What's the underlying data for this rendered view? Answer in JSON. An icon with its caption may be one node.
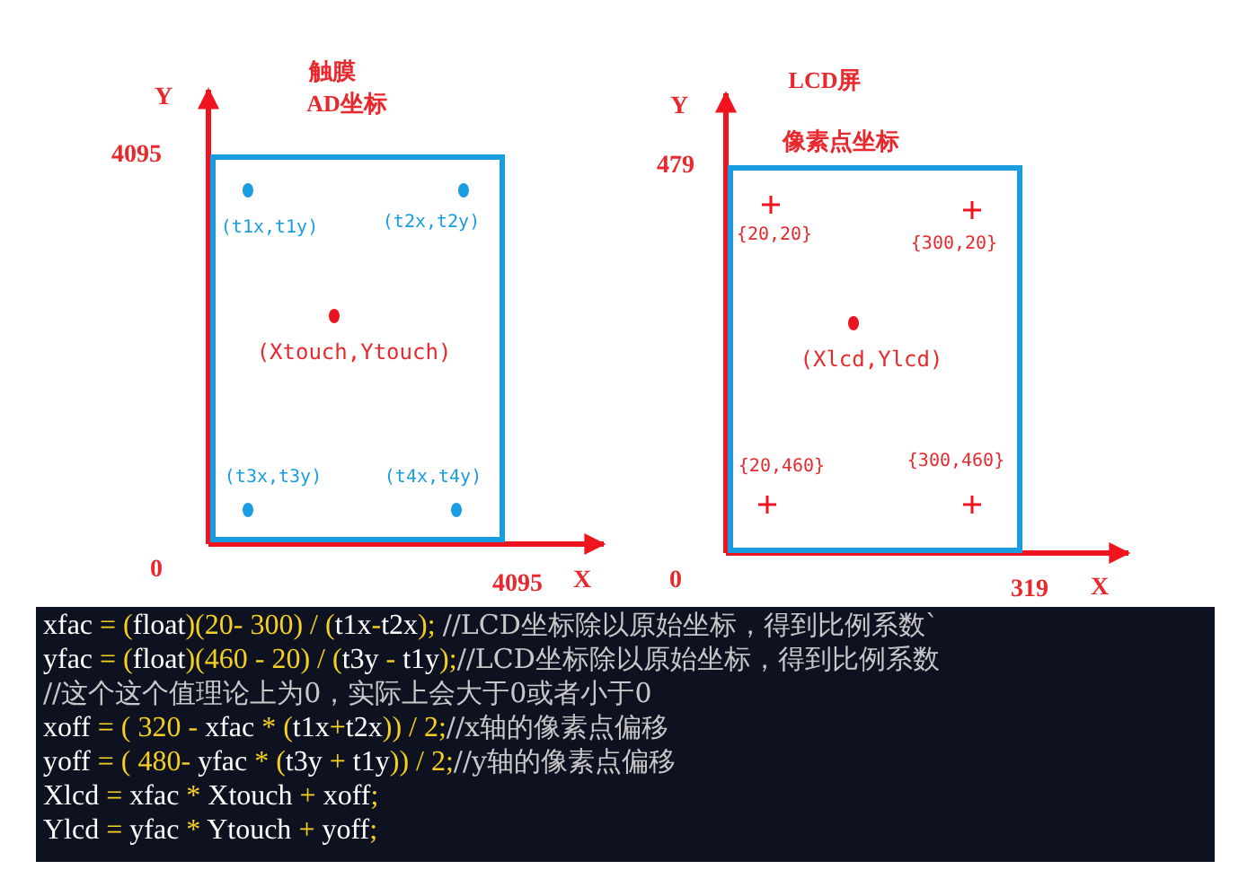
{
  "diagram": {
    "nodes": [
      {
        "text": [
          "(t1x,t1y)",
          "(t2x,t2y)",
          "(Xtouch,Ytouch)",
          "(t3x,t3y)",
          "(t4x,t4y)"
        ]
      },
      {
        "text": [
          "{20,20}",
          "{300,20}",
          "(Xlcd,Ylcd)",
          "{20,460}",
          "{300,460}"
        ]
      },
      {
        "text": [
          "xfac = (float)(20- 300) / (t1x-t2x); //LCD坐标除以原始坐标，得到比例系数`",
          "yfac = (float)(460 - 20) / (t3y - t1y);//LCD坐标除以原始坐标，得到比例系数",
          "//这个这个值理论上为0，实际上会大于0或者小于0",
          "xoff = ( 320 - xfac * (t1x+t2x)) / 2;//x轴的像素点偏移",
          "yoff = ( 480- yfac * (t3y + t1y)) / 2;//y轴的像素点偏移",
          "Xlcd = xfac * Xtouch + xoff;",
          "Ylcd = yfac * Ytouch + yoff;"
        ]
      }
    ],
    "labels": [
      "触膜",
      "AD坐标",
      "Y",
      "4095",
      "0",
      "4095",
      "X",
      "LCD屏",
      "Y",
      "479",
      "像素点坐标",
      "0",
      "319",
      "X"
    ]
  }
}
